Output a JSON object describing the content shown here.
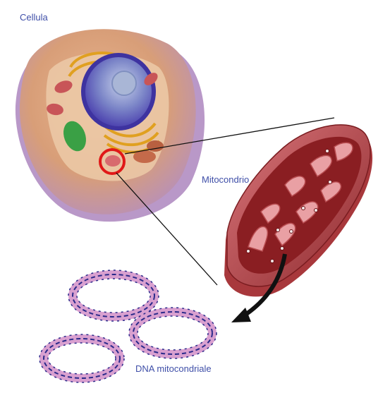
{
  "labels": {
    "cell": "Cellula",
    "mitochondrion": "Mitocondrio",
    "mtdna": "DNA mitocondriale"
  },
  "colors": {
    "label_text": "#3f4fa8",
    "cell_body": "#d9a27a",
    "cell_membrane_shadow": "#b89ac9",
    "nucleus": "#5548b8",
    "nucleolus": "#aab8d8",
    "golgi": "#e0a020",
    "mito_outer": "#b5444a",
    "mito_inner": "#8a1e22",
    "highlight_ring": "#e01818",
    "dna_ring": "#d9a0d0",
    "dna_strand": "#2a2a8a",
    "arrow": "#111111"
  }
}
